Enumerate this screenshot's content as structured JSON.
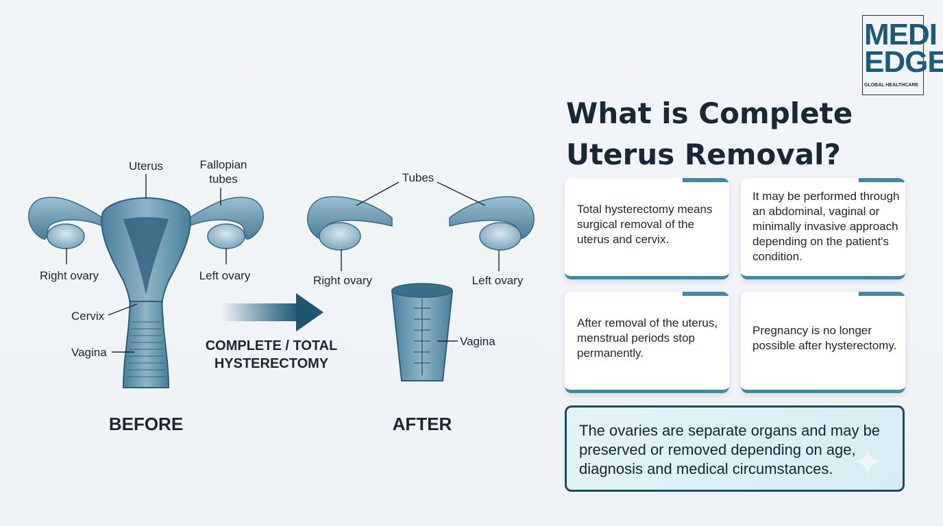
{
  "logo": {
    "line1": "MEDI",
    "line2": "EDGE",
    "tagline": "GLOBAL HEALTHCARE"
  },
  "title": "What is Complete Uterus Removal?",
  "diagram": {
    "before": {
      "labels": {
        "uterus": "Uterus",
        "fallopian_tubes_1": "Fallopian",
        "fallopian_tubes_2": "tubes",
        "right_ovary": "Right ovary",
        "left_ovary": "Left ovary",
        "cervix": "Cervix",
        "vagina": "Vagina"
      },
      "caption": "BEFORE"
    },
    "procedure": {
      "line1": "COMPLETE / TOTAL",
      "line2": "HYSTERECTOMY"
    },
    "after": {
      "labels": {
        "tubes": "Tubes",
        "right_ovary": "Right ovary",
        "left_ovary": "Left ovary",
        "vagina": "Vagina"
      },
      "caption": "AFTER"
    }
  },
  "cards": [
    {
      "text": "Total hysterectomy means surgical removal of the uterus and cervix."
    },
    {
      "text": "It may be performed through an abdominal, vaginal or minimally invasive approach depending on the patient's condition."
    },
    {
      "text": "After removal of the uterus, menstrual periods stop permanently."
    },
    {
      "text": "Pregnancy is no longer possible after hysterectomy."
    }
  ],
  "note": {
    "text": "The ovaries are separate organs and may be preserved or removed depending on age, diagnosis and medical circumstances."
  },
  "colors": {
    "accent": "#3f8a9c",
    "dark": "#1f4a60",
    "organ": "#5d8fa8"
  }
}
